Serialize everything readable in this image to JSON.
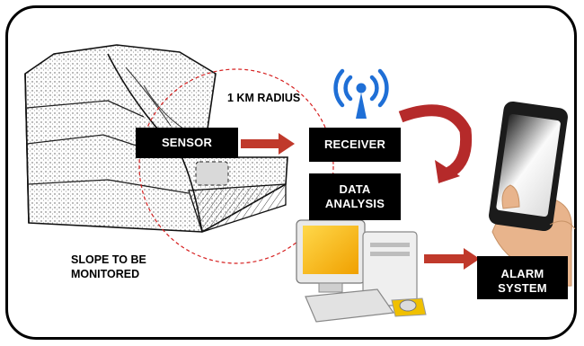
{
  "labels": {
    "sensor": "SENSOR",
    "receiver": "RECEIVER",
    "data_analysis": "DATA\nANALYSIS",
    "alarm_system": "ALARM\nSYSTEM",
    "radius": "1 KM RADIUS",
    "slope": "SLOPE TO BE\nMONITORED"
  },
  "colors": {
    "arrow": "#c0392b",
    "radius_circle": "#d62020",
    "wifi": "#1f6fd6",
    "label_bg": "#000000",
    "label_text": "#ffffff"
  },
  "icons": [
    "slope-sketch",
    "wifi-antenna-icon",
    "desktop-computer-icon",
    "smartphone-in-hand-icon",
    "curved-arrow-icon"
  ]
}
